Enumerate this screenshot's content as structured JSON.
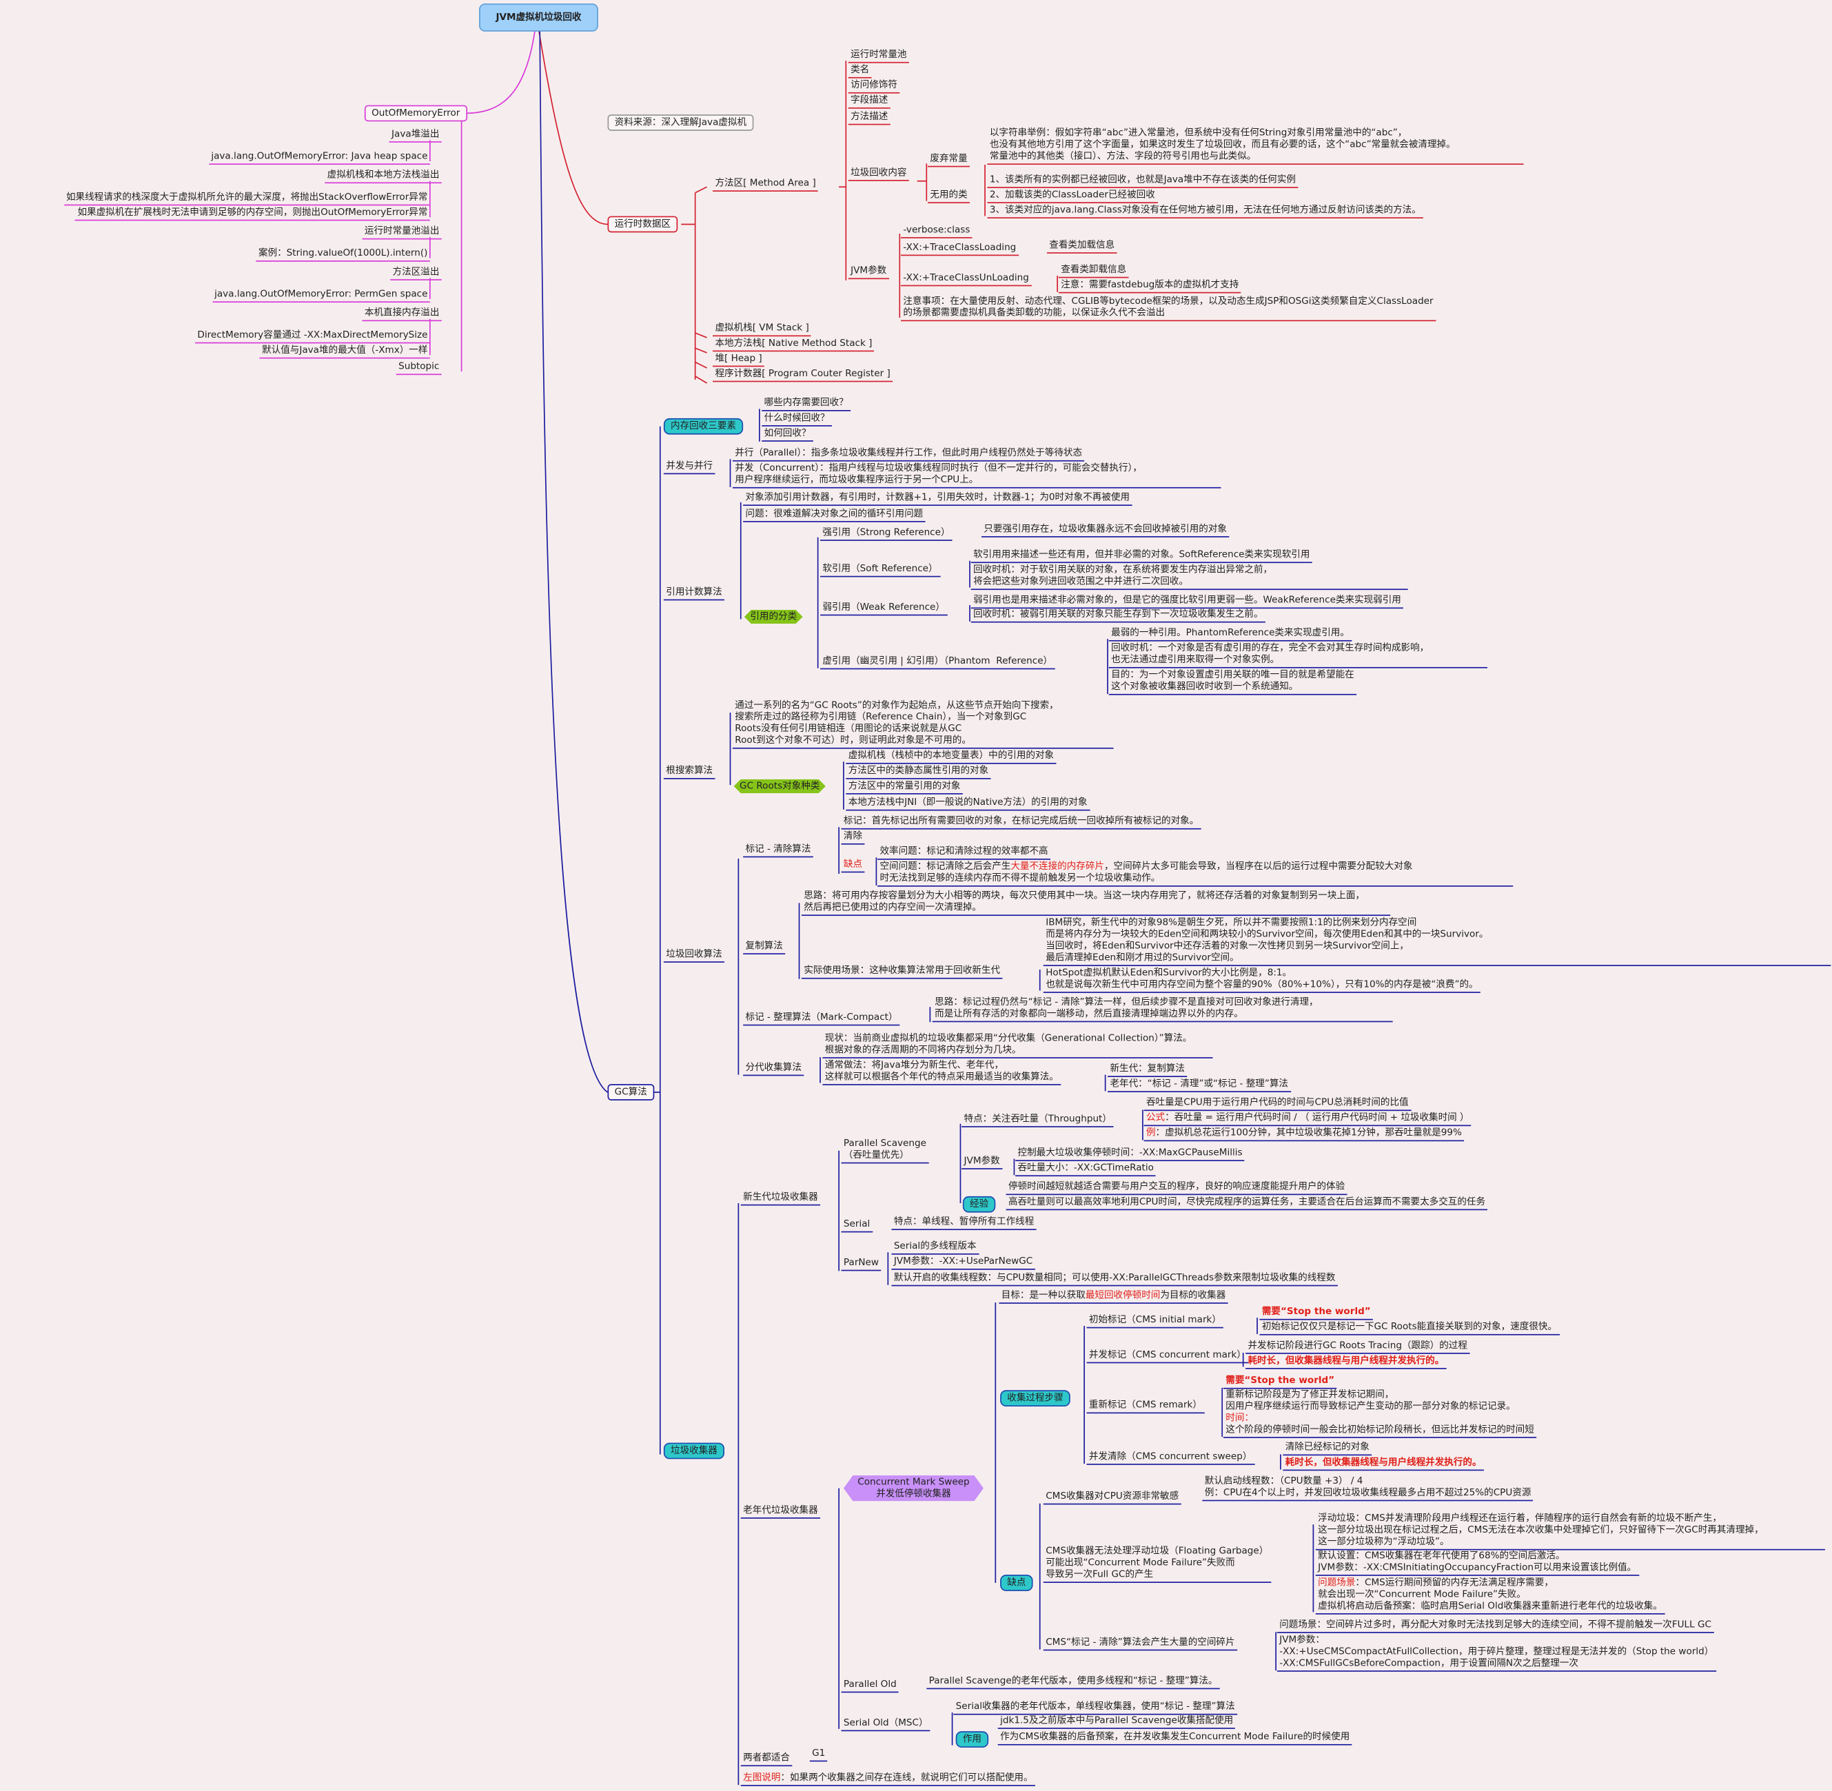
{
  "root": "JVM虚拟机垃圾回收",
  "source_note": "资料来源：深入理解Java虚拟机",
  "oom": {
    "title": "OutOfMemoryError",
    "items": [
      "Java堆溢出",
      "java.lang.OutOfMemoryError: Java heap space",
      "虚拟机栈和本地方法栈溢出",
      "如果线程请求的栈深度大于虚拟机所允许的最大深度，将抛出StackOverflowError异常",
      "如果虚拟机在扩展栈时无法申请到足够的内存空间，则抛出OutOfMemoryError异常",
      "运行时常量池溢出",
      "案例：String.valueOf(1000L).intern()",
      "方法区溢出",
      "java.lang.OutOfMemoryError: PermGen space",
      "本机直接内存溢出",
      "DirectMemory容量通过 -XX:MaxDirectMemorySize",
      "默认值与Java堆的最大值（-Xmx）一样",
      "Subtopic"
    ]
  },
  "runtime": {
    "title": "运行时数据区",
    "method_area": "方法区[ Method Area ]",
    "ma_items": [
      "运行时常量池",
      "类名",
      "访问修饰符",
      "字段描述",
      "方法描述"
    ],
    "gc_content": "垃圾回收内容",
    "deprecated_const": "废弃常量",
    "deprecated_const_desc": "以字符串举例：假如字符串“abc”进入常量池，但系统中没有任何String对象引用常量池中的“abc”，\n也没有其他地方引用了这个字面量，如果这时发生了垃圾回收，而且有必要的话，这个“abc”常量就会被清理掉。\n常量池中的其他类（接口）、方法、字段的符号引用也与此类似。",
    "useless_class": "无用的类",
    "useless_class_items": [
      "1、该类所有的实例都已经被回收，也就是Java堆中不存在该类的任何实例",
      "2、加载该类的ClassLoader已经被回收",
      "3、该类对应的java.lang.Class对象没有在任何地方被引用，无法在任何地方通过反射访问该类的方法。"
    ],
    "jvm_params": "JVM参数",
    "verbose": "-verbose:class",
    "trace_load": "-XX:+TraceClassLoading",
    "trace_load_desc": "查看类加载信息",
    "trace_unload": "-XX:+TraceClassUnLoading",
    "trace_unload_desc": "查看类卸载信息",
    "trace_unload_note": "注意：需要fastdebug版本的虚拟机才支持",
    "params_note": "注意事项：在大量使用反射、动态代理、CGLIB等bytecode框架的场景，以及动态生成JSP和OSGi这类频繁自定义ClassLoader\n的场景都需要虚拟机具备类卸载的功能，以保证永久代不会溢出",
    "other_areas": [
      "虚拟机栈[ VM Stack ]",
      "本地方法栈[ Native Method Stack ]",
      "堆[ Heap ]",
      "程序计数器[ Program Couter Register ]"
    ]
  },
  "gc": {
    "title": "GC算法",
    "three": {
      "title": "内存回收三要素",
      "items": [
        "哪些内存需要回收？",
        "什么时候回收？",
        "如何回收？"
      ]
    },
    "concurrency": {
      "title": "并发与并行",
      "parallel": "并行（Parallel）：指多条垃圾收集线程并行工作，但此时用户线程仍然处于等待状态",
      "concurrent": "并发（Concurrent）：指用户线程与垃圾收集线程同时执行（但不一定并行的，可能会交替执行），\n用户程序继续运行，而垃圾收集程序运行于另一个CPU上。"
    },
    "refcount": {
      "title": "引用计数算法",
      "desc": "对象添加引用计数器，有引用时，计数器+1，引用失效时，计数器-1；为0时对象不再被使用",
      "problem": "问题：很难道解决对象之间的循环引用问题",
      "types_title": "引用的分类",
      "strong": "强引用（Strong Reference）",
      "strong_desc": "只要强引用存在，垃圾收集器永远不会回收掉被引用的对象",
      "soft": "软引用（Soft Reference）",
      "soft_desc": "软引用用来描述一些还有用，但并非必需的对象。SoftReference类来实现软引用",
      "soft_when": "回收时机：对于软引用关联的对象，在系统将要发生内存溢出异常之前，\n将会把这些对象列进回收范围之中并进行二次回收。",
      "weak": "弱引用（Weak Reference）",
      "weak_desc": "弱引用也是用来描述非必需对象的，但是它的强度比软引用更弱一些。WeakReference类来实现弱引用",
      "weak_when": "回收时机：被弱引用关联的对象只能生存到下一次垃圾收集发生之前。",
      "phantom": "虚引用（幽灵引用 | 幻引用）（Phantom  Reference）",
      "phantom_desc": "最弱的一种引用。PhantomReference类来实现虚引用。",
      "phantom_when": "回收时机：一个对象是否有虚引用的存在，完全不会对其生存时间构成影响，\n也无法通过虚引用来取得一个对象实例。",
      "phantom_goal": "目的：为一个对象设置虚引用关联的唯一目的就是希望能在\n这个对象被收集器回收时收到一个系统通知。"
    },
    "rootsearch": {
      "title": "根搜索算法",
      "desc": "通过一系列的名为“GC Roots”的对象作为起始点，从这些节点开始向下搜索，\n搜索所走过的路径称为引用链（Reference Chain），当一个对象到GC\nRoots没有任何引用链相连（用图论的话来说就是从GC\nRoot到这个对象不可达）时，则证明此对象是不可用的。",
      "roots_title": "GC Roots对象种类",
      "roots": [
        "虚拟机栈（栈桢中的本地变量表）中的引用的对象",
        "方法区中的类静态属性引用的对象",
        "方法区中的常量引用的对象",
        "本地方法栈中JNI（即一般说的Native方法）的引用的对象"
      ]
    },
    "algorithms": {
      "title": "垃圾回收算法",
      "mark_sweep": {
        "title": "标记 - 清除算法",
        "mark": "标记：首先标记出所有需要回收的对象，在标记完成后统一回收掉所有被标记的对象。",
        "sweep": "清除",
        "cons": "缺点",
        "efficiency": "效率问题：标记和清除过程的效率都不高",
        "space_a": "空间问题：标记清除之后会产生",
        "space_hl": "大量不连接的内存碎片",
        "space_b": "，空间碎片太多可能会导致，当程序在以后的运行过程中需要分配较大对象\n时无法找到足够的连续内存而不得不提前触发另一个垃圾收集动作。"
      },
      "copying": {
        "title": "复制算法",
        "idea": "思路：将可用内存按容量划分为大小相等的两块，每次只使用其中一块。当这一块内存用完了，就将还存活着的对象复制到另一块上面，\n然后再把已使用过的内存空间一次清理掉。",
        "usage": "实际使用场景：这种收集算法常用于回收新生代",
        "ibm": "IBM研究，新生代中的对象98%是朝生夕死，所以并不需要按照1:1的比例来划分内存空间\n而是将内存分为一块较大的Eden空间和两块较小的Survivor空间，每次使用Eden和其中的一块Survivor。\n当回收时，将Eden和Survivor中还存活着的对象一次性拷贝到另一块Survivor空间上，\n最后清理掉Eden和刚才用过的Survivor空间。",
        "hotspot": "HotSpot虚拟机默认Eden和Survivor的大小比例是，8:1。\n也就是说每次新生代中可用内存空间为整个容量的90%（80%+10%），只有10%的内存是被“浪费”的。"
      },
      "mark_compact": {
        "title": "标记 - 整理算法（Mark-Compact）",
        "idea": "思路：标记过程仍然与“标记 - 清除”算法一样，但后续步骤不是直接对可回收对象进行清理，\n而是让所有存活的对象都向一端移动，然后直接清理掉端边界以外的内存。"
      },
      "generational": {
        "title": "分代收集算法",
        "status": "现状：当前商业虚拟机的垃圾收集都采用“分代收集（Generational Collection）”算法。\n根据对象的存活周期的不同将内存划分为几块。",
        "usual": "通常做法：将Java堆分为新生代、老年代，\n这样就可以根据各个年代的特点采用最适当的收集算法。",
        "young": "新生代：复制算法",
        "old": "老年代：“标记 - 清理”或“标记 - 整理”算法"
      }
    },
    "collectors": {
      "title": "垃圾收集器",
      "young": {
        "title": "新生代垃圾收集器",
        "ps": "Parallel Scavenge\n（吞吐量优先）",
        "ps_feature": "特点：关注吞吐量（Throughput）",
        "ps_def": "吞吐量是CPU用于运行用户代码的时间与CPU总消耗时间的比值",
        "ps_formula_label": "公式",
        "ps_formula": "：吞吐量 = 运行用户代码时间 / （ 运行用户代码时间 + 垃圾收集时间 ）",
        "ps_example_label": "例",
        "ps_example": "：虚拟机总花运行100分钟，其中垃圾收集花掉1分钟，那吞吐量就是99%",
        "ps_jvm": "JVM参数",
        "ps_jvm_items": [
          "控制最大垃圾收集停顿时间：-XX:MaxGCPauseMillis",
          "吞吐量大小：-XX:GCTimeRatio"
        ],
        "ps_exp": "经验",
        "ps_exp_items": [
          "停顿时间越短就越适合需要与用户交互的程序，良好的响应速度能提升用户的体验",
          "高吞吐量则可以最高效率地利用CPU时间，尽快完成程序的运算任务，主要适合在后台运算而不需要太多交互的任务"
        ],
        "serial": "Serial",
        "serial_feature": "特点：单线程、暂停所有工作线程",
        "parnew": "ParNew",
        "parnew_items": [
          "Serial的多线程版本",
          "JVM参数：-XX:+UseParNewGC",
          "默认开启的收集线程数：与CPU数量相同；可以使用-XX:ParallelGCThreads参数来限制垃圾收集的线程数"
        ]
      },
      "old": {
        "title": "老年代垃圾收集器",
        "cms": "Concurrent Mark Sweep\n并发低停顿收集器",
        "cms_goal_a": "目标：是一种以获取",
        "cms_goal_hl": "最短回收停顿时间",
        "cms_goal_b": "为目标的收集器",
        "steps_title": "收集过程步骤",
        "initial": "初始标记（CMS initial mark）",
        "initial_stw": "需要“Stop the world”",
        "initial_desc": "初始标记仅仅只是标记一下GC Roots能直接关联到的对象，速度很快。",
        "conc_mark": "并发标记（CMS concurrent mark）",
        "conc_mark_desc": "并发标记阶段进行GC Roots Tracing（跟踪）的过程",
        "conc_mark_note": "耗时长，但收集器线程与用户线程并发执行的。",
        "remark": "重新标记（CMS remark）",
        "remark_stw": "需要“Stop the world”",
        "remark_desc": "重新标记阶段是为了修正并发标记期间，\n因用户程序继续运行而导致标记产生变动的那一部分对象的标记记录。",
        "remark_time_label": "时间：",
        "remark_time": "这个阶段的停顿时间一般会比初始标记阶段稍长，但远比并发标记的时间短",
        "conc_sweep": "并发清除（CMS concurrent sweep）",
        "conc_sweep_desc": "清除已经标记的对象",
        "conc_sweep_note": "耗时长，但收集器线程与用户线程并发执行的。",
        "cons_title": "缺点",
        "cpu": "CMS收集器对CPU资源非常敏感",
        "cpu_desc": "默认启动线程数：（CPU数量 +3） / 4\n例：CPU在4个以上时，并发回收垃圾收集线程最多占用不超过25%的CPU资源",
        "floating": "CMS收集器无法处理浮动垃圾（Floating Garbage）\n可能出现“Concurrent Mode Failure”失败而\n导致另一次Full GC的产生",
        "floating_desc": "浮动垃圾：CMS并发清理阶段用户线程还在运行着，伴随程序的运行自然会有新的垃圾不断产生，\n这一部分垃圾出现在标记过程之后，CMS无法在本次收集中处理掉它们，只好留待下一次GC时再其清理掉，\n这一部分垃圾称为“浮动垃圾”。",
        "floating_default": "默认设置：CMS收集器在老年代使用了68%的空间后激活。\nJVM参数：-XX:CMSInitiatingOccupancyFraction可以用来设置该比例值。",
        "floating_problem_label": "问题场景",
        "floating_problem": "：CMS运行期间预留的内存无法满足程序需要，\n就会出现一次“Concurrent Mode Failure”失败。\n虚拟机将启动后备预案：临时启用Serial Old收集器来重新进行老年代的垃圾收集。",
        "fragment": "CMS“标记 - 清除”算法会产生大量的空间碎片",
        "fragment_problem": "问题场景：空间碎片过多时，再分配大对象时无法找到足够大的连续空间，不得不提前触发一次FULL GC",
        "fragment_params": "JVM参数：\n-XX:+UseCMSCompactAtFullCollection，用于碎片整理，整理过程是无法并发的（Stop the world）\n-XX:CMSFullGCsBeforeCompaction，用于设置间隔N次之后整理一次",
        "parallel_old": "Parallel Old",
        "parallel_old_desc": "Parallel Scavenge的老年代版本，使用多线程和“标记 - 整理”算法。",
        "serial_old": "Serial Old（MSC）",
        "serial_old_desc": "Serial收集器的老年代版本，单线程收集器，使用“标记 - 整理”算法",
        "serial_old_use": "作用",
        "serial_old_use_items": [
          "jdk1.5及之前版本中与Parallel Scavenge收集搭配使用",
          "作为CMS收集器的后备预案，在并发收集发生Concurrent Mode Failure的时候使用"
        ]
      },
      "both": "两者都适合",
      "both_item": "G1",
      "legend_label": "左图说明",
      "legend_text": "：如果两个收集器之间存在连线，就说明它们可以搭配使用。"
    }
  },
  "colors": {
    "pink_branch": "#d83ad8",
    "red_branch": "#d42030",
    "navy_branch": "#1c1ca0",
    "root_fill": "#9ed0fa",
    "cyan_node": "#2ec8ca",
    "green_node": "#86c41a",
    "purple_node": "#c890f8",
    "highlight": "#e0201a"
  }
}
